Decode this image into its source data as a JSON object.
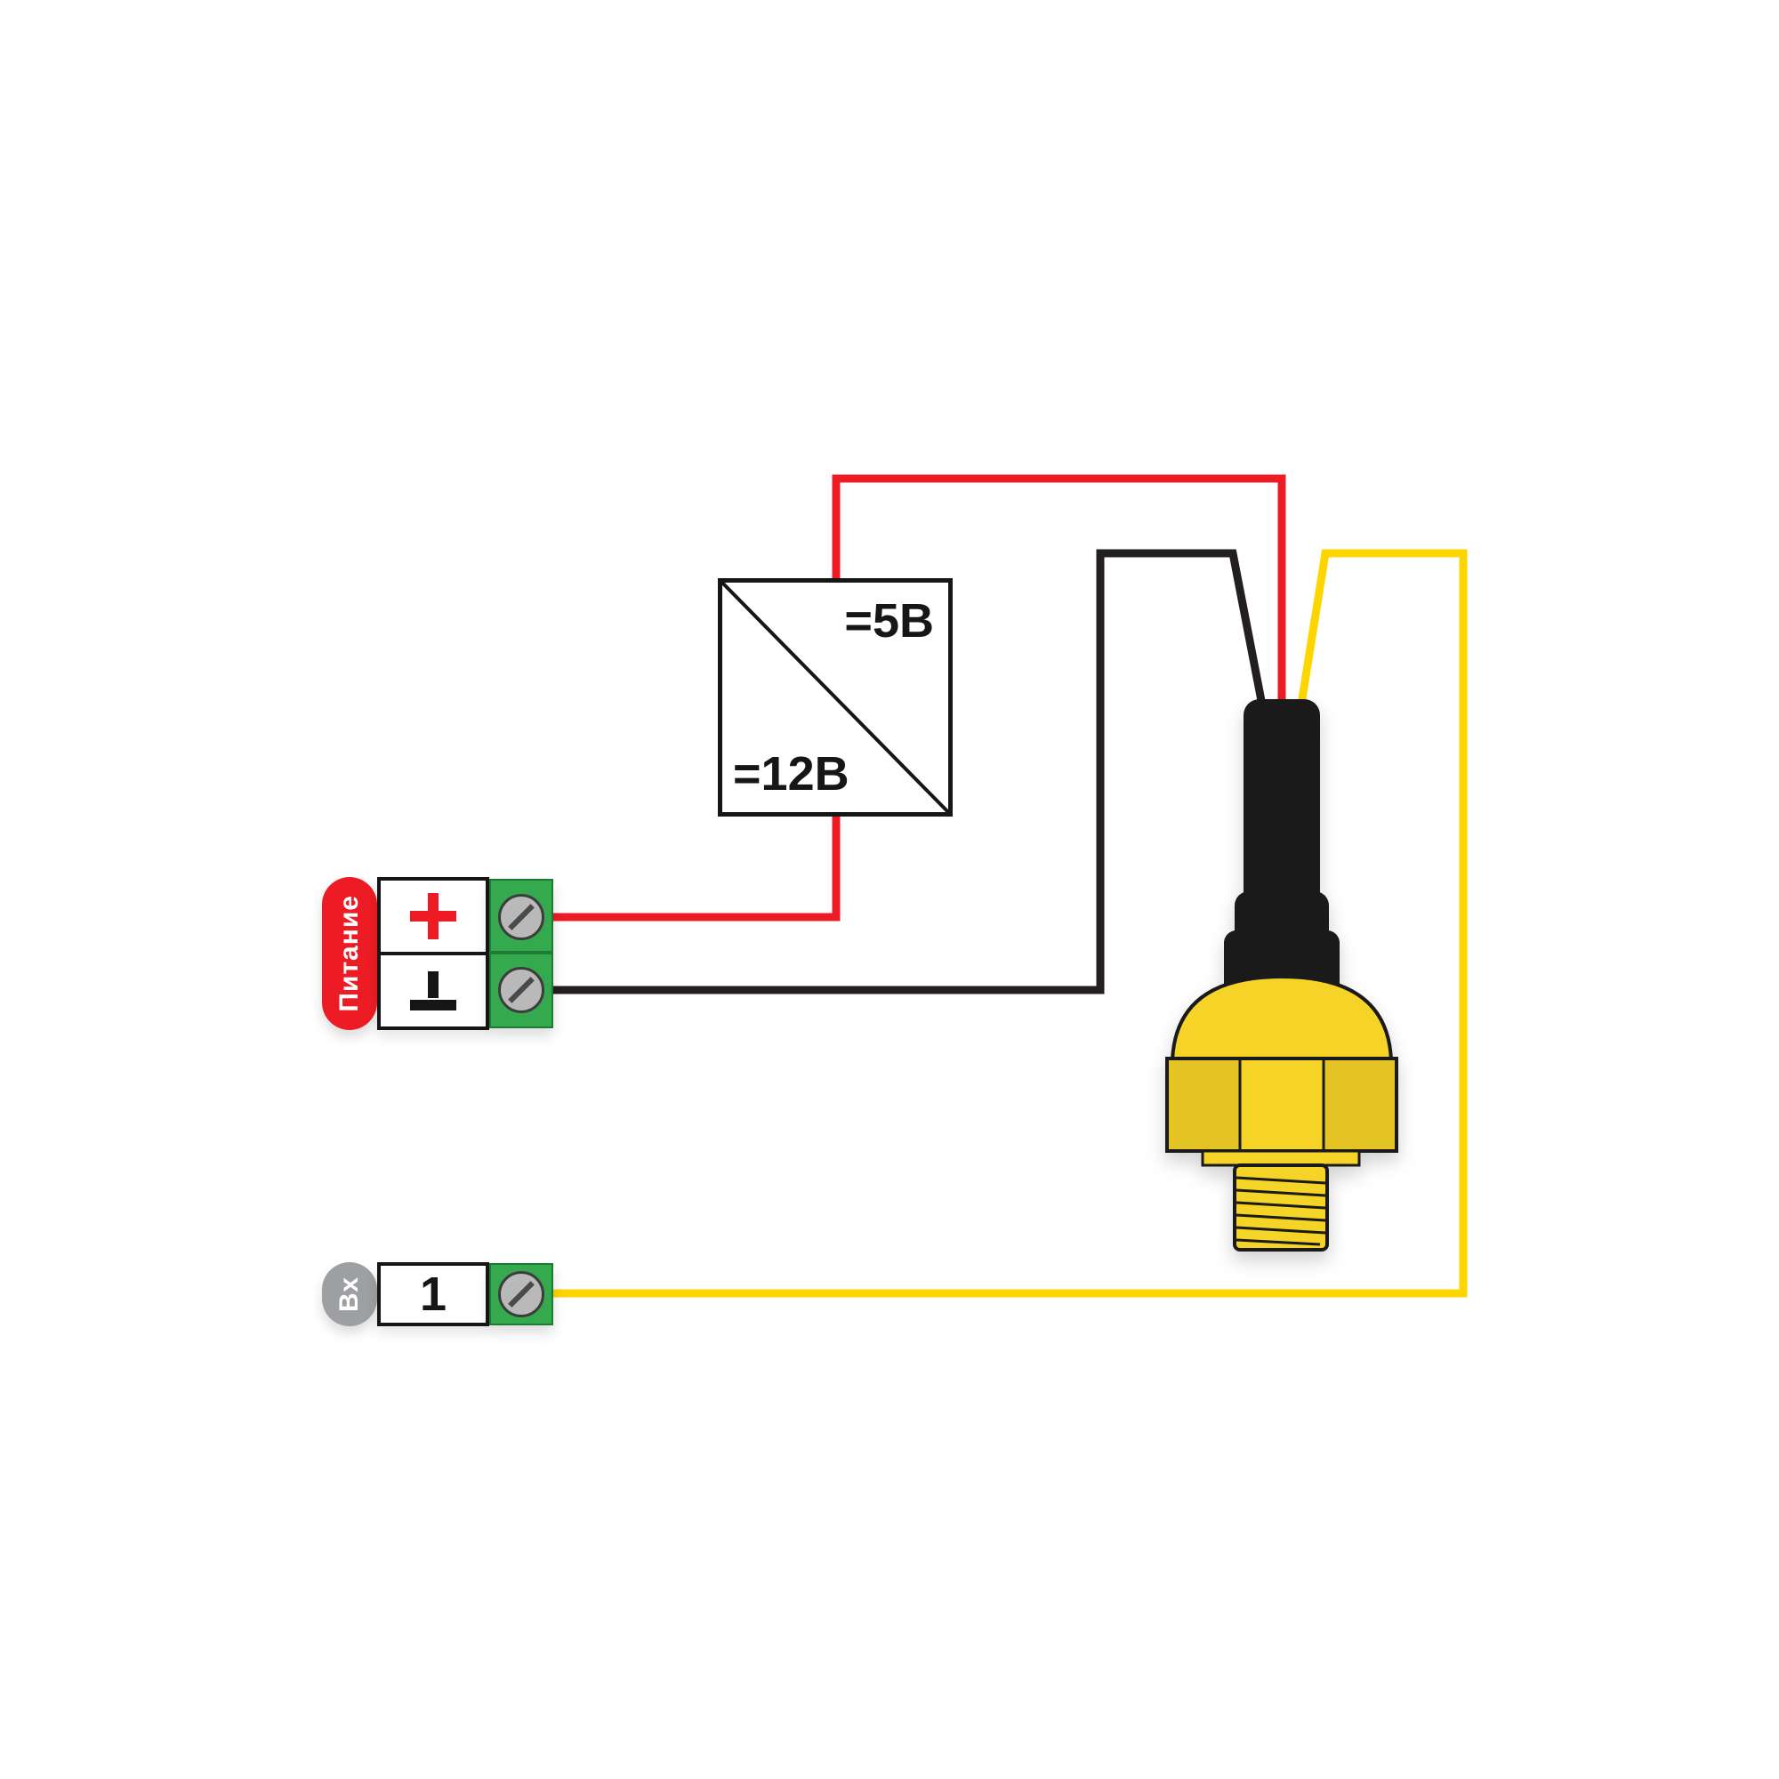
{
  "converter": {
    "output_label": "=5В",
    "input_label": "=12В"
  },
  "power_terminal": {
    "label": "Питание",
    "plus_label": "+",
    "ground_label": "⊥"
  },
  "input_terminal": {
    "label": "Вх",
    "pin_label": "1"
  },
  "colors": {
    "wire_red": "#ed1c24",
    "wire_black": "#231f20",
    "wire_yellow": "#ffd500",
    "terminal_green": "#35a94e",
    "power_tag_red": "#ed1c24",
    "input_tag_gray": "#9d9fa2",
    "sensor_brass_yellow": "#f5d327",
    "sensor_cable_black": "#1a1a1a",
    "screw_gray": "#b9b9b9"
  }
}
